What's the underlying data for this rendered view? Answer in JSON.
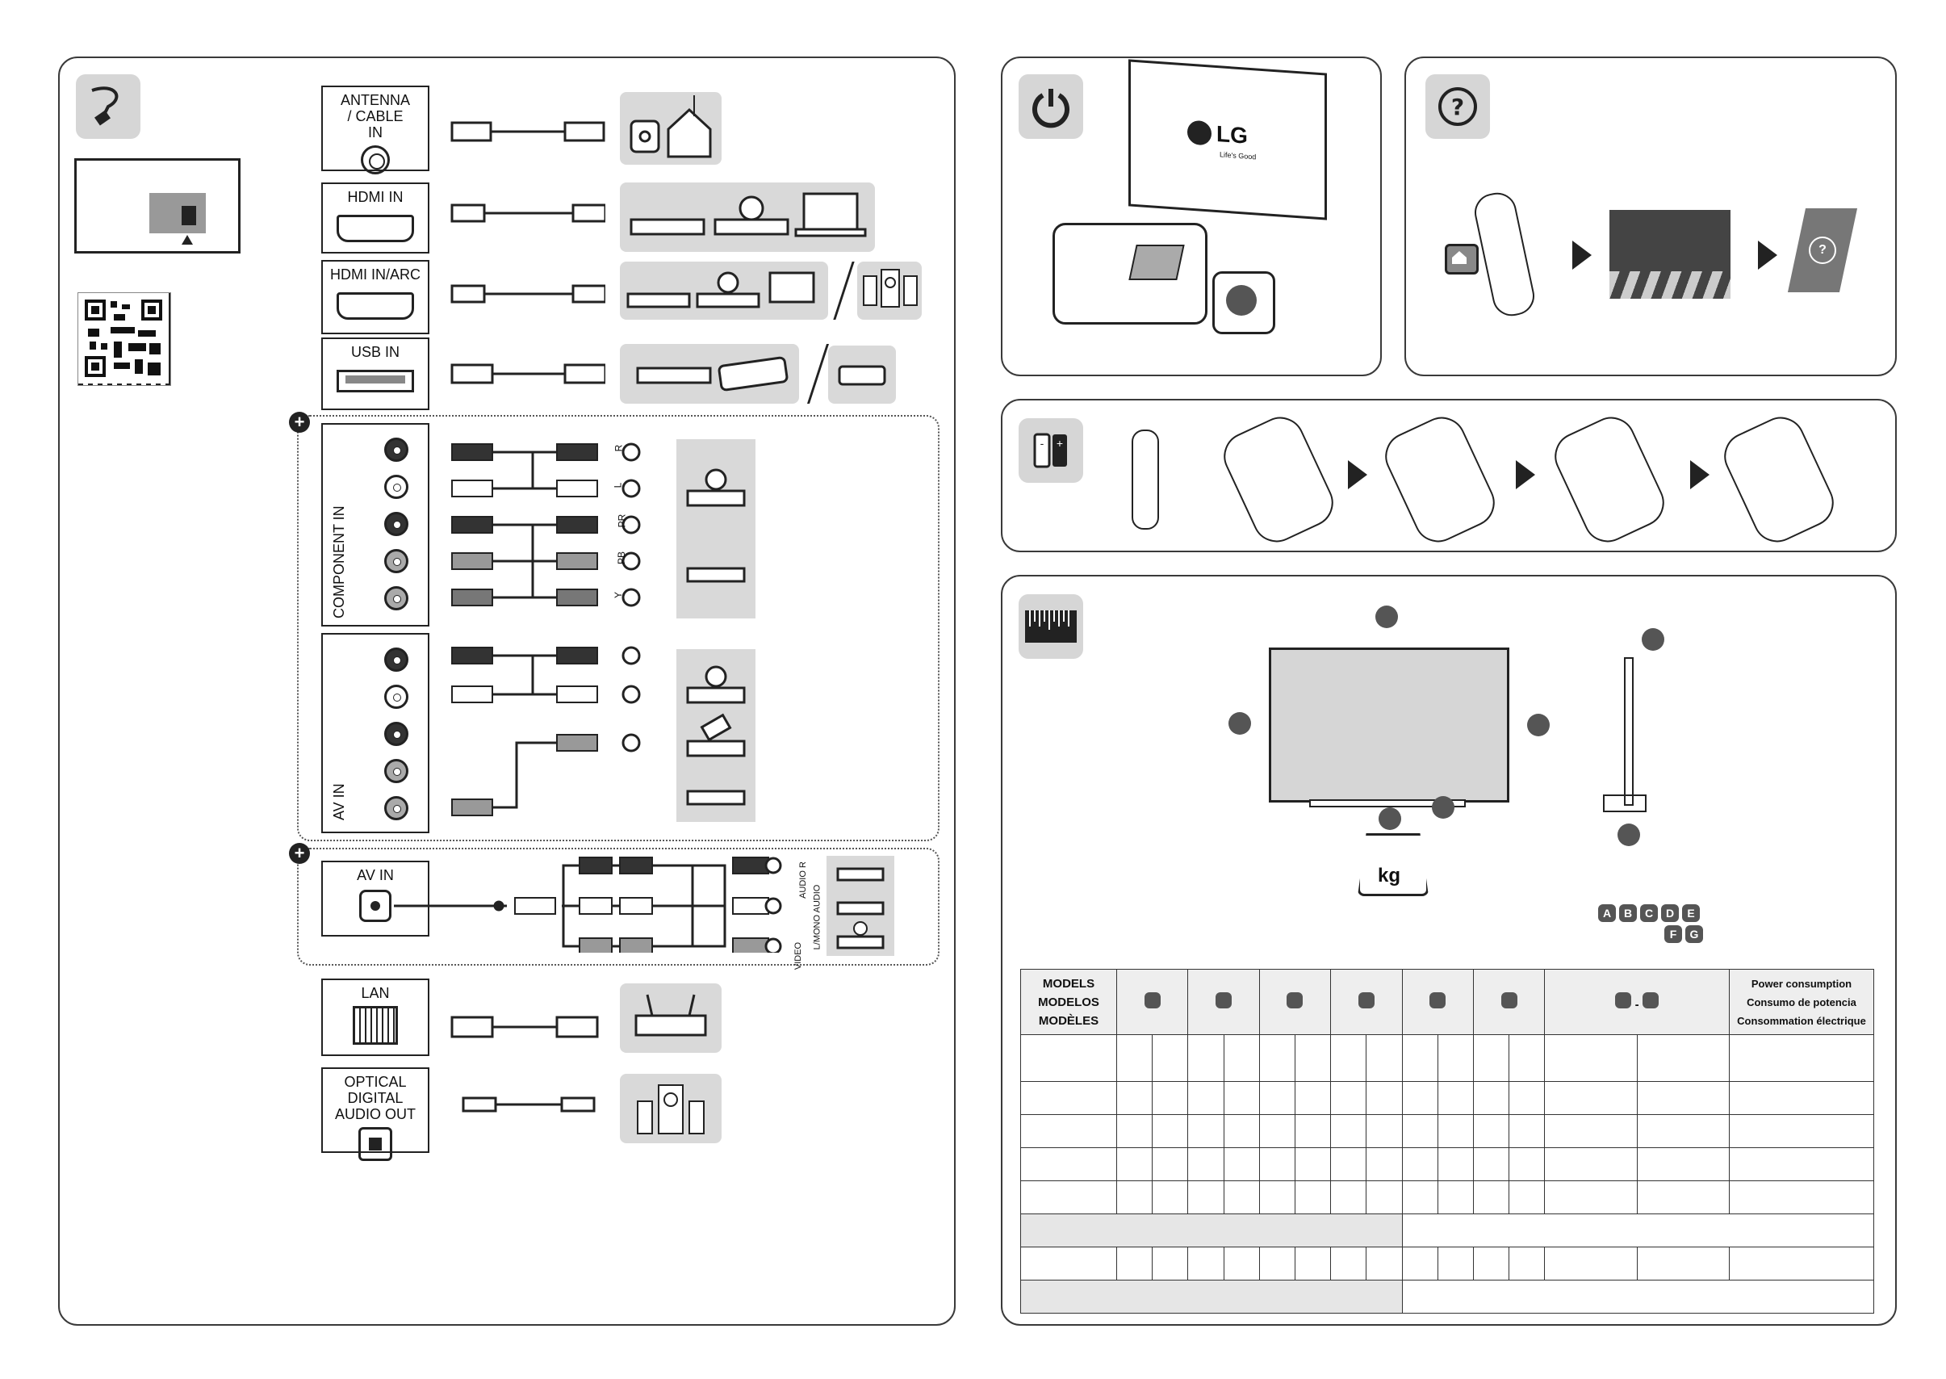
{
  "ports": {
    "antenna": "ANTENNA / CABLE IN",
    "hdmi": "HDMI IN",
    "hdmi_arc": "HDMI IN/ARC",
    "usb": "USB IN",
    "component": "COMPONENT IN",
    "av_in_1": "AV IN",
    "av_in_2": "AV IN",
    "lan": "LAN",
    "optical": "OPTICAL DIGITAL AUDIO OUT"
  },
  "component_jacks": [
    "R",
    "L",
    "PR",
    "PB",
    "Y"
  ],
  "av_side_labels": [
    "AUDIO R",
    "L/MONO AUDIO",
    "VIDEO"
  ],
  "brand": {
    "logo": "LG",
    "tagline": "Life's Good"
  },
  "weight_unit": "kg",
  "dimension_badges": [
    "A",
    "B",
    "C",
    "D",
    "E",
    "F",
    "G"
  ],
  "table": {
    "models_labels": [
      "MODELS",
      "MODELOS",
      "MODÈLES"
    ],
    "power_labels": [
      "Power consumption",
      "Consumo de potencia",
      "Consommation électrique"
    ]
  },
  "icons": [
    "cable-icon",
    "power-icon",
    "help-icon",
    "battery-icon",
    "ruler-icon",
    "qr-code-icon",
    "home-icon",
    "remote-icon",
    "scale-icon"
  ]
}
